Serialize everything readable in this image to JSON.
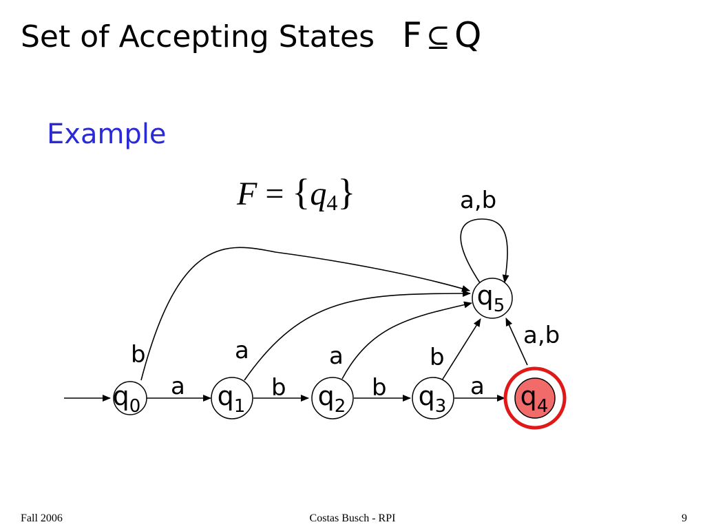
{
  "title": {
    "text": "Set of Accepting States",
    "math_lhs": "F",
    "math_rel": "⊆",
    "math_rhs": "Q"
  },
  "example_heading": "Example",
  "formula": {
    "lhs": "F",
    "eq": "=",
    "open": "{",
    "state": "q",
    "sub": "4",
    "close": "}"
  },
  "automaton": {
    "states": [
      {
        "id": "q0",
        "base": "q",
        "sub": "0",
        "accepting": false
      },
      {
        "id": "q1",
        "base": "q",
        "sub": "1",
        "accepting": false
      },
      {
        "id": "q2",
        "base": "q",
        "sub": "2",
        "accepting": false
      },
      {
        "id": "q3",
        "base": "q",
        "sub": "3",
        "accepting": false
      },
      {
        "id": "q4",
        "base": "q",
        "sub": "4",
        "accepting": true
      },
      {
        "id": "q5",
        "base": "q",
        "sub": "5",
        "accepting": false
      }
    ],
    "transitions": [
      {
        "from": "q0",
        "to": "q1",
        "label": "a"
      },
      {
        "from": "q1",
        "to": "q2",
        "label": "b"
      },
      {
        "from": "q2",
        "to": "q3",
        "label": "b"
      },
      {
        "from": "q3",
        "to": "q4",
        "label": "a"
      },
      {
        "from": "q0",
        "to": "q5",
        "label": "b"
      },
      {
        "from": "q1",
        "to": "q5",
        "label": "a"
      },
      {
        "from": "q2",
        "to": "q5",
        "label": "a"
      },
      {
        "from": "q3",
        "to": "q5",
        "label": "b"
      },
      {
        "from": "q4",
        "to": "q5",
        "label": "a,b"
      },
      {
        "from": "q5",
        "to": "q5",
        "label": "a,b"
      }
    ],
    "colors": {
      "accepting_fill": "#f26b6b",
      "accepting_ring": "#e01818"
    }
  },
  "footer": {
    "left": "Fall 2006",
    "center": "Costas Busch - RPI",
    "right": "9"
  }
}
